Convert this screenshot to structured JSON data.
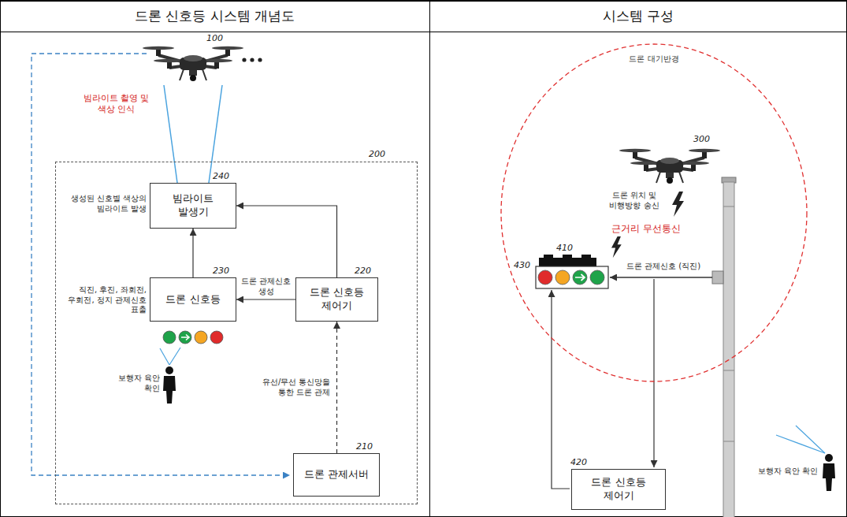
{
  "diagram": {
    "nodes": [
      {
        "text": [
          "드론 신호등 시스템 개념도"
        ]
      },
      {
        "text": [
          "시스템 구성"
        ]
      },
      {
        "text": [
          "200"
        ]
      },
      {
        "text": [
          "240",
          "빔라이트 발생기"
        ],
        "in": 2
      },
      {
        "text": [
          "230",
          "드론 신호등"
        ],
        "in": 2
      },
      {
        "text": [
          "220",
          "드론 신호등 제어기"
        ],
        "in": 2
      },
      {
        "text": [
          "210",
          "드론 관제서버"
        ],
        "in": 2
      },
      {
        "text": [
          "드론 대기반경"
        ]
      },
      {
        "text": [
          "420",
          "드론 신호등 제어기"
        ]
      }
    ],
    "edges": [
      {
        "from": 4,
        "to": 3,
        "arrow": "to"
      },
      {
        "from": 5,
        "to": 3,
        "arrow": "to"
      },
      {
        "from": 5,
        "to": 4,
        "arrow": "to",
        "label": "드론 관제신호 생성"
      },
      {
        "from": 6,
        "to": 5,
        "arrow": "to",
        "label": "유선/무선 통신망을 통한 드론 관제"
      }
    ],
    "labels": [
      "100",
      "빔라이트 촬영 및 색상 인식",
      "생성된 신호별 색상의 빔라이트 발생",
      "직진, 후진, 좌회전,우회전, 정지 관제신호 표출",
      "보행자 육안 확인",
      "300",
      "드론 위치 및 비행방향 송신",
      "근거리 무선통신",
      "410",
      "430",
      "드론 관제신호 (직진)",
      "보행자 육안 확인"
    ]
  }
}
